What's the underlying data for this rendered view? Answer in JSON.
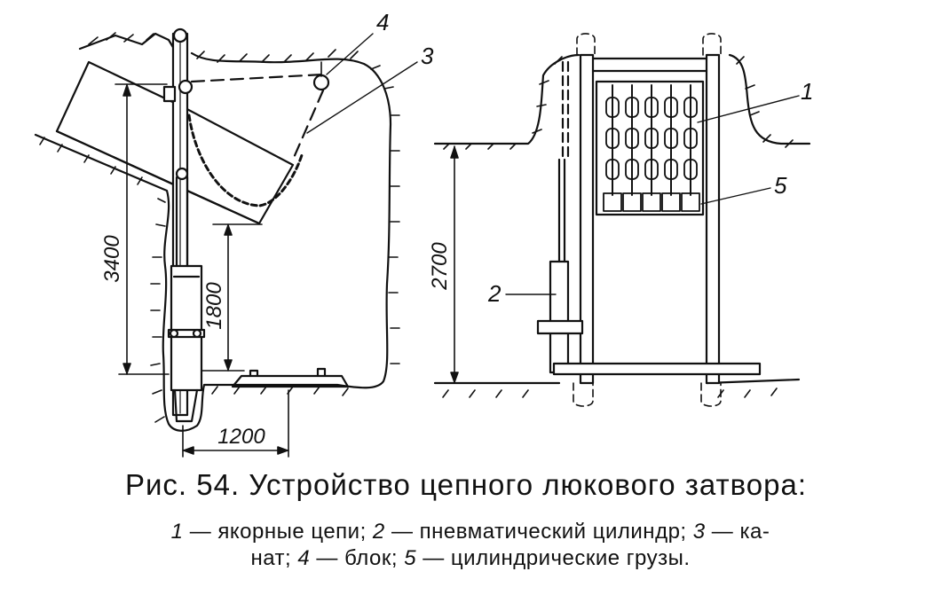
{
  "figure": {
    "dimensions": {
      "height_left": "3400",
      "height_inner": "1800",
      "width_bottom": "1200",
      "height_right": "2700"
    },
    "callouts": {
      "n1": "1",
      "n2": "2",
      "n3": "3",
      "n4": "4",
      "n5": "5"
    }
  },
  "caption": {
    "text": "Рис. 54. Устройство цепного люкового затвора:"
  },
  "legend": {
    "line1": {
      "n1": "1",
      "t1": " — якорные цепи; ",
      "n2": "2",
      "t2": " — пневматический цилиндр; ",
      "n3": "3",
      "t3": " — ка-"
    },
    "line2": {
      "t3b": "нат; ",
      "n4": "4",
      "t4": " — блок; ",
      "n5": "5",
      "t5": " — цилиндрические грузы."
    }
  }
}
